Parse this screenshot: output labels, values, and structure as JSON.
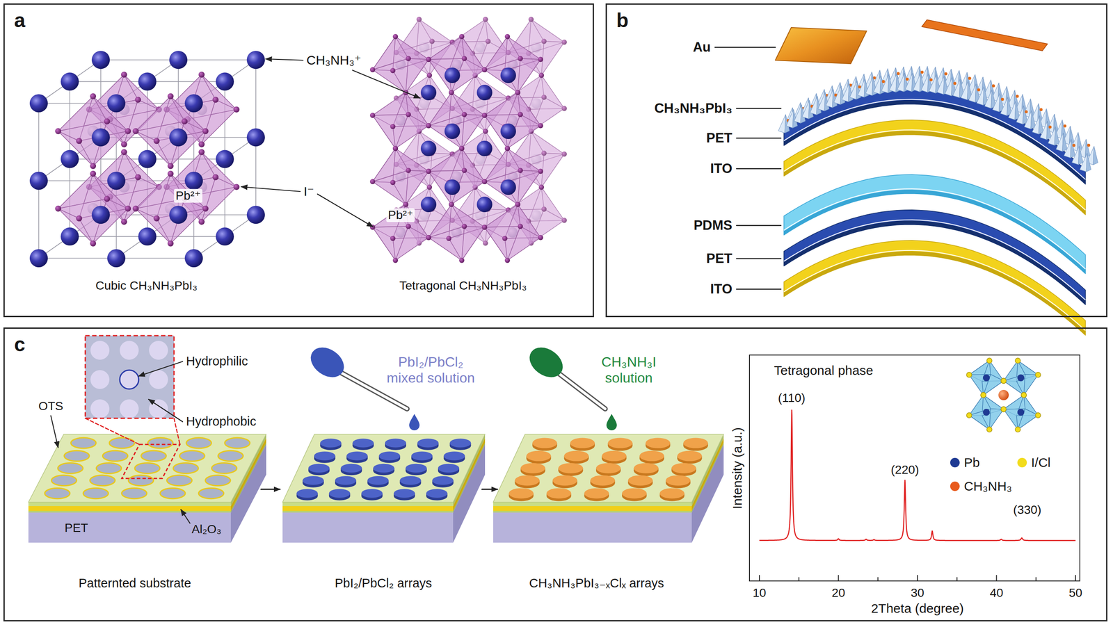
{
  "diagram": {
    "nodes": [
      {
        "text": [
          "a"
        ]
      },
      {
        "text": [
          "b"
        ]
      },
      {
        "text": [
          "c"
        ]
      },
      {
        "text": [
          "Tetragonal phase"
        ],
        "in": 2
      }
    ],
    "labels": [
      "CH₃NH₃⁺",
      "Pb²⁺",
      "I⁻",
      "Pb²⁺",
      "Cubic CH₃NH₃PbI₃",
      "Tetragonal CH₃NH₃PbI₃",
      "Au",
      "CH₃NH₃PbI₃",
      "PET",
      "ITO",
      "PDMS",
      "PET",
      "ITO",
      "Hydrophilic",
      "Hydrophobic",
      "PbI₂/PbCl₂ mixed solution",
      "CH₃NH₃I solution",
      "OTS",
      "PET",
      "Al₂O₃",
      "Patternted substrate",
      "PbI₂/PbCl₂ arrays",
      "CH₃NH₃PbI₃₋ₓClₓ arrays",
      "(110)",
      "(220)",
      "(330)",
      "Intensity (a.u.)",
      "2Theta (degree)",
      "10",
      "20",
      "30",
      "40",
      "50"
    ],
    "legend": [
      {
        "text": "Pb",
        "color": "#1f3a93"
      },
      {
        "text": "I/Cl",
        "color": "#f2dc1c"
      },
      {
        "text": "CH₃NH₃",
        "color": "#e85a1c"
      }
    ]
  }
}
